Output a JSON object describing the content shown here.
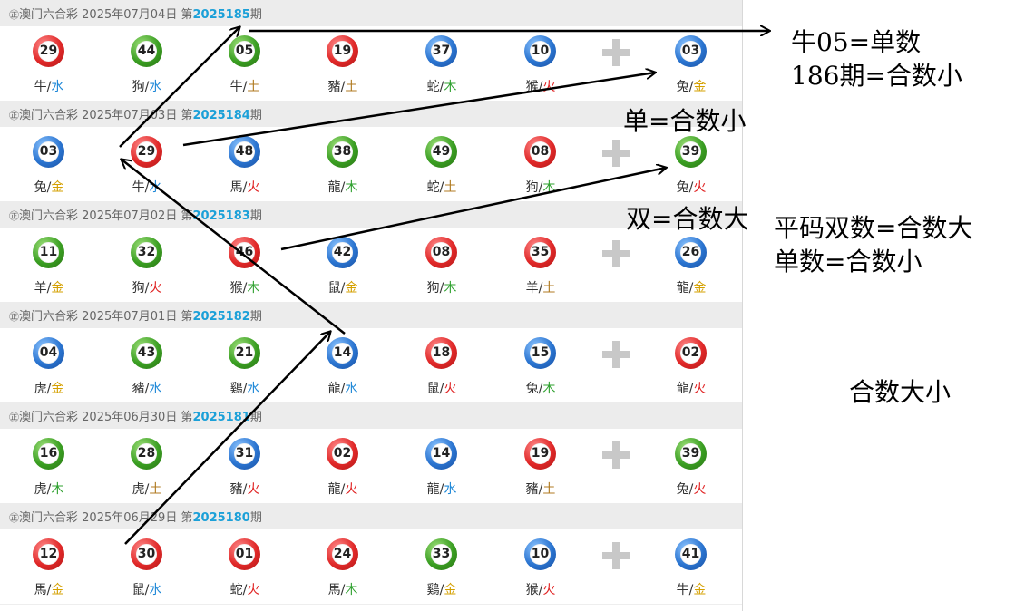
{
  "lottery_name": "澳门六合彩",
  "draws": [
    {
      "date": "2025年07月04日",
      "prefix": "第",
      "period": "2025185",
      "suffix": "期",
      "balls": [
        {
          "n": "29",
          "c": "red",
          "z": "牛",
          "e": "水"
        },
        {
          "n": "44",
          "c": "green",
          "z": "狗",
          "e": "水"
        },
        {
          "n": "05",
          "c": "green",
          "z": "牛",
          "e": "土"
        },
        {
          "n": "19",
          "c": "red",
          "z": "豬",
          "e": "土"
        },
        {
          "n": "37",
          "c": "blue",
          "z": "蛇",
          "e": "木"
        },
        {
          "n": "10",
          "c": "blue",
          "z": "猴",
          "e": "火"
        }
      ],
      "special": {
        "n": "03",
        "c": "blue",
        "z": "兔",
        "e": "金"
      }
    },
    {
      "date": "2025年07月03日",
      "prefix": "第",
      "period": "2025184",
      "suffix": "期",
      "balls": [
        {
          "n": "03",
          "c": "blue",
          "z": "兔",
          "e": "金"
        },
        {
          "n": "29",
          "c": "red",
          "z": "牛",
          "e": "水"
        },
        {
          "n": "48",
          "c": "blue",
          "z": "馬",
          "e": "火"
        },
        {
          "n": "38",
          "c": "green",
          "z": "龍",
          "e": "木"
        },
        {
          "n": "49",
          "c": "green",
          "z": "蛇",
          "e": "土"
        },
        {
          "n": "08",
          "c": "red",
          "z": "狗",
          "e": "木"
        }
      ],
      "special": {
        "n": "39",
        "c": "green",
        "z": "兔",
        "e": "火"
      }
    },
    {
      "date": "2025年07月02日",
      "prefix": "第",
      "period": "2025183",
      "suffix": "期",
      "balls": [
        {
          "n": "11",
          "c": "green",
          "z": "羊",
          "e": "金"
        },
        {
          "n": "32",
          "c": "green",
          "z": "狗",
          "e": "火"
        },
        {
          "n": "46",
          "c": "red",
          "z": "猴",
          "e": "木"
        },
        {
          "n": "42",
          "c": "blue",
          "z": "鼠",
          "e": "金"
        },
        {
          "n": "08",
          "c": "red",
          "z": "狗",
          "e": "木"
        },
        {
          "n": "35",
          "c": "red",
          "z": "羊",
          "e": "土"
        }
      ],
      "special": {
        "n": "26",
        "c": "blue",
        "z": "龍",
        "e": "金"
      }
    },
    {
      "date": "2025年07月01日",
      "prefix": "第",
      "period": "2025182",
      "suffix": "期",
      "balls": [
        {
          "n": "04",
          "c": "blue",
          "z": "虎",
          "e": "金"
        },
        {
          "n": "43",
          "c": "green",
          "z": "豬",
          "e": "水"
        },
        {
          "n": "21",
          "c": "green",
          "z": "鷄",
          "e": "水"
        },
        {
          "n": "14",
          "c": "blue",
          "z": "龍",
          "e": "水"
        },
        {
          "n": "18",
          "c": "red",
          "z": "鼠",
          "e": "火"
        },
        {
          "n": "15",
          "c": "blue",
          "z": "兔",
          "e": "木"
        }
      ],
      "special": {
        "n": "02",
        "c": "red",
        "z": "龍",
        "e": "火"
      }
    },
    {
      "date": "2025年06月30日",
      "prefix": "第",
      "period": "2025181",
      "suffix": "期",
      "balls": [
        {
          "n": "16",
          "c": "green",
          "z": "虎",
          "e": "木"
        },
        {
          "n": "28",
          "c": "green",
          "z": "虎",
          "e": "土"
        },
        {
          "n": "31",
          "c": "blue",
          "z": "豬",
          "e": "火"
        },
        {
          "n": "02",
          "c": "red",
          "z": "龍",
          "e": "火"
        },
        {
          "n": "14",
          "c": "blue",
          "z": "龍",
          "e": "水"
        },
        {
          "n": "19",
          "c": "red",
          "z": "豬",
          "e": "土"
        }
      ],
      "special": {
        "n": "39",
        "c": "green",
        "z": "兔",
        "e": "火"
      }
    },
    {
      "date": "2025年06月29日",
      "prefix": "第",
      "period": "2025180",
      "suffix": "期",
      "balls": [
        {
          "n": "12",
          "c": "red",
          "z": "馬",
          "e": "金"
        },
        {
          "n": "30",
          "c": "red",
          "z": "鼠",
          "e": "水"
        },
        {
          "n": "01",
          "c": "red",
          "z": "蛇",
          "e": "火"
        },
        {
          "n": "24",
          "c": "red",
          "z": "馬",
          "e": "木"
        },
        {
          "n": "33",
          "c": "green",
          "z": "鷄",
          "e": "金"
        },
        {
          "n": "10",
          "c": "blue",
          "z": "猴",
          "e": "火"
        }
      ],
      "special": {
        "n": "41",
        "c": "blue",
        "z": "牛",
        "e": "金"
      }
    }
  ],
  "annotations": {
    "note1": "牛05=单数",
    "note2": "186期=合数小",
    "note3": "单=合数小",
    "note4": "双=合数大",
    "note5": "平码双数=合数大",
    "note6": "单数=合数小",
    "note7": "合数大小"
  },
  "colors": {
    "red": "#e02828",
    "blue": "#2a74d0",
    "green": "#3a9e22",
    "period": "#1ba0d8"
  }
}
